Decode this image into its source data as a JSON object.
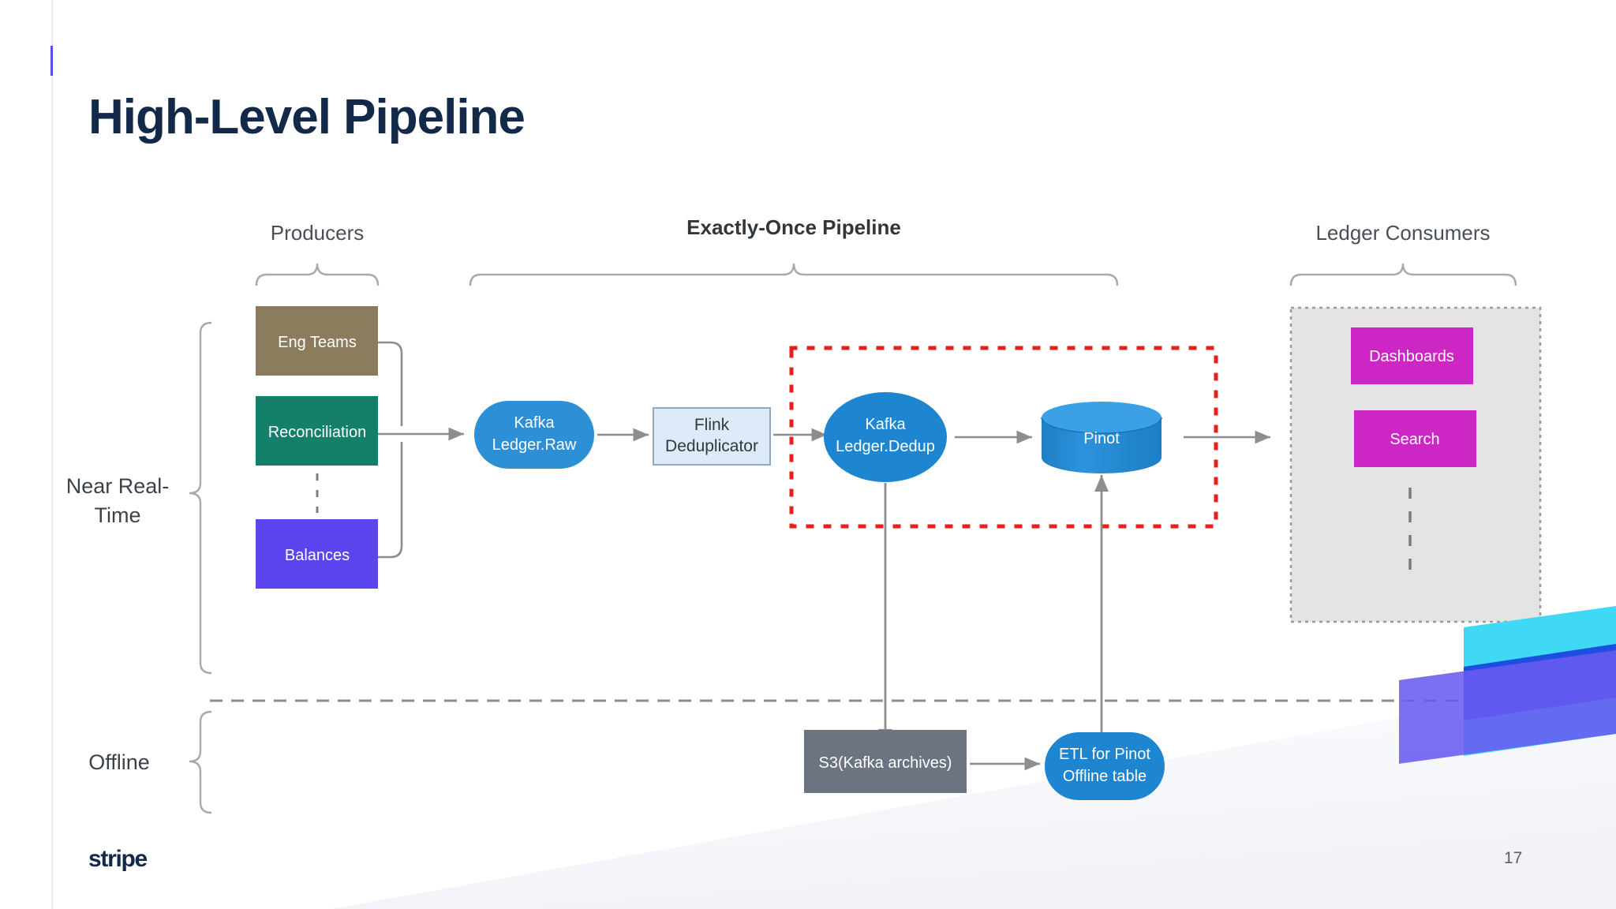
{
  "slide": {
    "title": "High-Level Pipeline",
    "brand": "stripe",
    "page_number": "17",
    "accent_color": "#5b4df0",
    "title_color": "#12294a"
  },
  "groups": {
    "producers": "Producers",
    "pipeline": "Exactly-Once Pipeline",
    "consumers": "Ledger Consumers"
  },
  "lanes": [
    {
      "label_line1": "Near Real-",
      "label_line2": "Time"
    },
    {
      "label_line1": "Offline",
      "label_line2": ""
    }
  ],
  "nodes": {
    "eng_teams": {
      "label": "Eng Teams",
      "color": "#8a7c5c",
      "shape": "rect"
    },
    "reconciliation": {
      "label": "Reconciliation",
      "color": "#14806b",
      "shape": "rect"
    },
    "balances": {
      "label": "Balances",
      "color": "#5b45ee",
      "shape": "rect"
    },
    "kafka_raw": {
      "label_line1": "Kafka",
      "label_line2": "Ledger.Raw",
      "color": "#2d8fd5",
      "shape": "pill"
    },
    "flink": {
      "label_line1": "Flink",
      "label_line2": "Deduplicator",
      "color": "#dcebf7",
      "border": "#8fa8bd",
      "shape": "rect-outline"
    },
    "kafka_dedup": {
      "label_line1": "Kafka",
      "label_line2": "Ledger.Dedup",
      "color": "#1e85d0",
      "shape": "ellipse"
    },
    "pinot": {
      "label": "Pinot",
      "color": "#2389da",
      "shape": "cylinder"
    },
    "dashboards": {
      "label": "Dashboards",
      "color": "#cc26c4",
      "shape": "rect"
    },
    "search": {
      "label": "Search",
      "color": "#cc26c4",
      "shape": "rect"
    },
    "s3": {
      "label": "S3(Kafka archives)",
      "color": "#6b7480",
      "shape": "rect"
    },
    "etl": {
      "label_line1": "ETL for Pinot",
      "label_line2": "Offline table",
      "color": "#1e85d0",
      "shape": "pill"
    }
  },
  "highlight_box": {
    "color": "#e8201a",
    "style": "dotted"
  },
  "consumer_container": {
    "fill": "#e4e4e4",
    "border": "#9a9a9a",
    "style": "dotted"
  },
  "lane_divider": {
    "color": "#8d8d8d",
    "style": "dashed"
  },
  "corner_graphic": {
    "cyan": "#3fd8f5",
    "blue": "#1b4fe0",
    "purple": "#6a5bf0"
  }
}
